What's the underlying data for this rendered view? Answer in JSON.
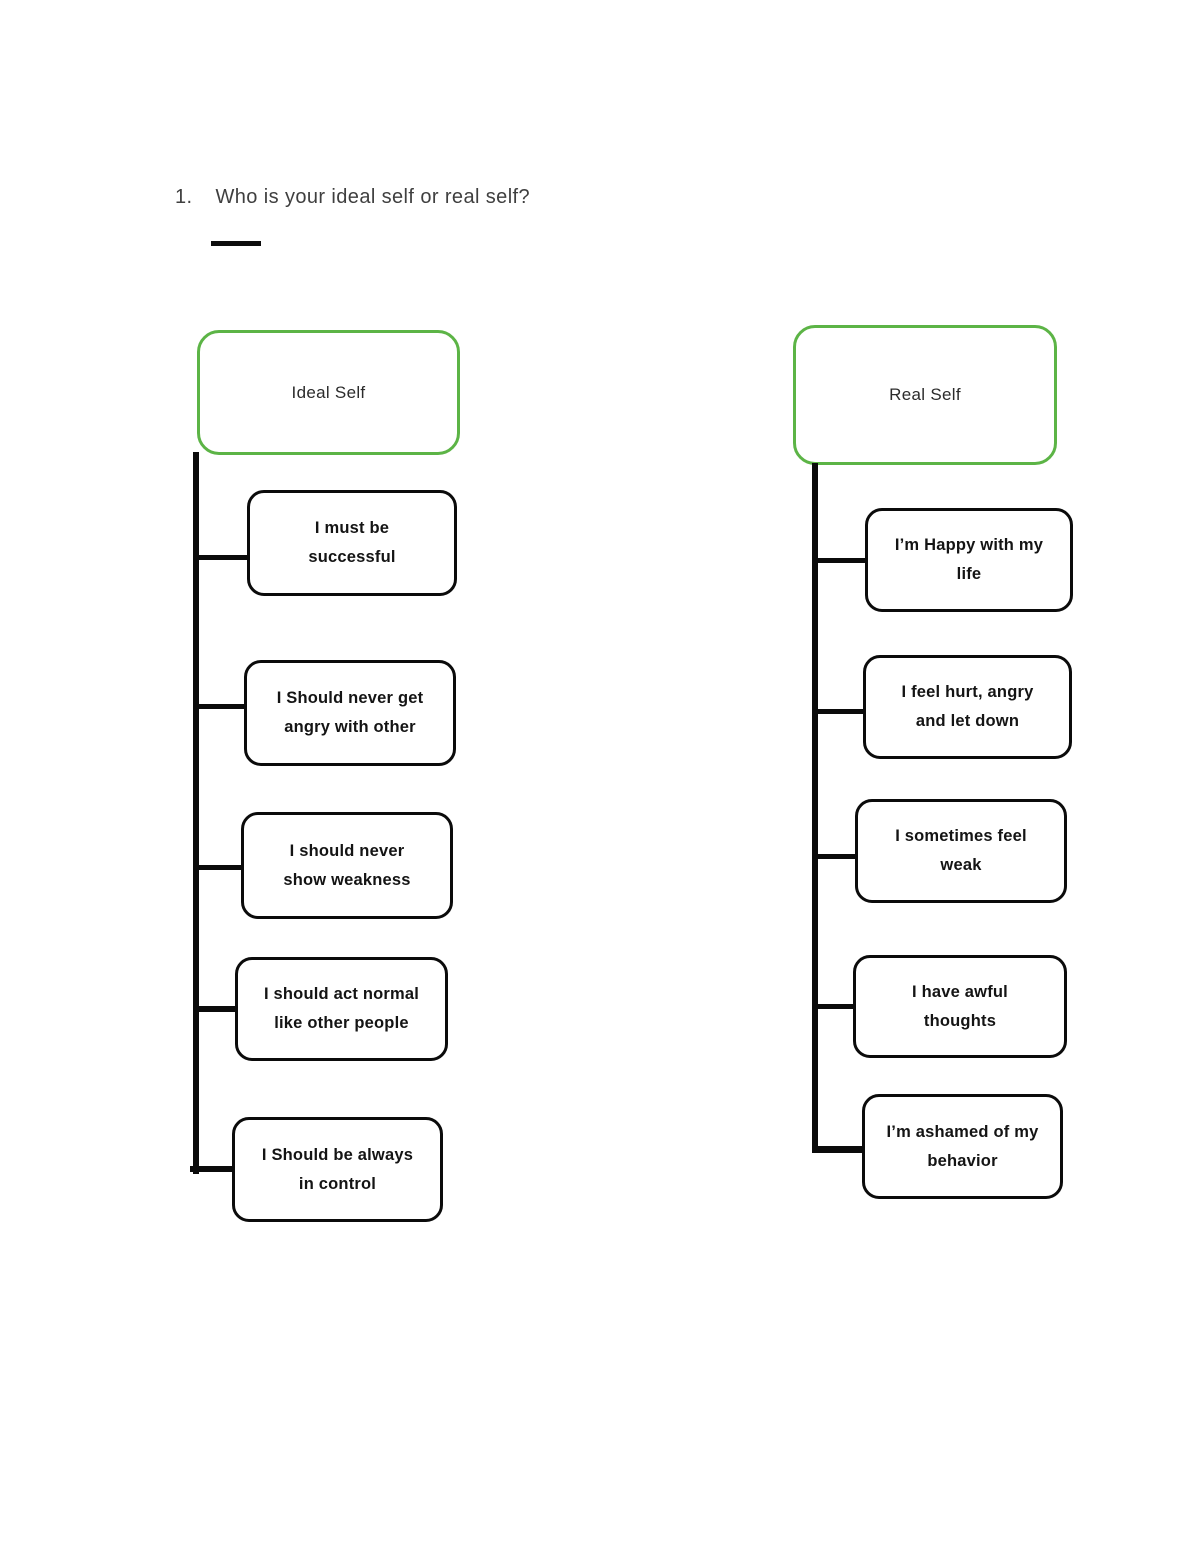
{
  "page": {
    "heading_number": "1.",
    "heading_text": "Who is your ideal self or real self?"
  },
  "colors": {
    "accent_green": "#5cb446",
    "connector_black": "#0b0b0b"
  },
  "trees": [
    {
      "id": "ideal-self",
      "parent_label": "Ideal Self",
      "children": [
        {
          "lines": [
            "I must be",
            "successful"
          ]
        },
        {
          "lines": [
            "I Should never get",
            "angry with other"
          ]
        },
        {
          "lines": [
            "I should never",
            "show weakness"
          ]
        },
        {
          "lines": [
            "I should act normal",
            "like other people"
          ]
        },
        {
          "lines": [
            "I Should be always",
            "in control"
          ]
        }
      ]
    },
    {
      "id": "real-self",
      "parent_label": "Real Self",
      "children": [
        {
          "lines": [
            "I’m Happy with my",
            "life"
          ]
        },
        {
          "lines": [
            "I feel hurt, angry",
            "and let down"
          ]
        },
        {
          "lines": [
            "I sometimes feel",
            "weak"
          ]
        },
        {
          "lines": [
            "I have awful",
            "thoughts"
          ]
        },
        {
          "lines": [
            "I’m ashamed of my",
            "behavior"
          ]
        }
      ]
    }
  ]
}
